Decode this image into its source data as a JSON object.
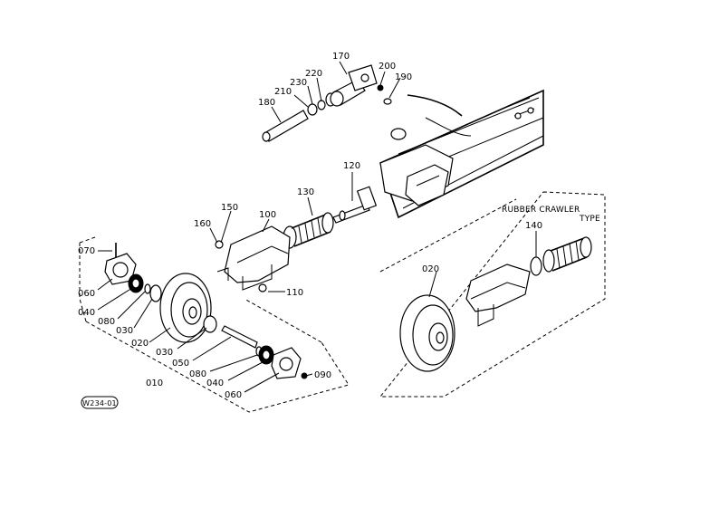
{
  "diagram": {
    "labels": {
      "p170": "170",
      "p200": "200",
      "p190": "190",
      "p220": "220",
      "p230": "230",
      "p210": "210",
      "p180": "180",
      "p120": "120",
      "p130": "130",
      "p100": "100",
      "p150": "150",
      "p160": "160",
      "p110": "110",
      "p070": "070",
      "p060a": "060",
      "p040a": "040",
      "p080a": "080",
      "p030a": "030",
      "p020a": "020",
      "p030b": "030",
      "p050": "050",
      "p080b": "080",
      "p010": "010",
      "p040b": "040",
      "p060b": "060",
      "p090": "090",
      "p020b": "020",
      "p140": "140"
    },
    "inset_caption_line1": "RUBBER CRAWLER",
    "inset_caption_line2": "TYPE",
    "drawing_code": "W234-01"
  }
}
